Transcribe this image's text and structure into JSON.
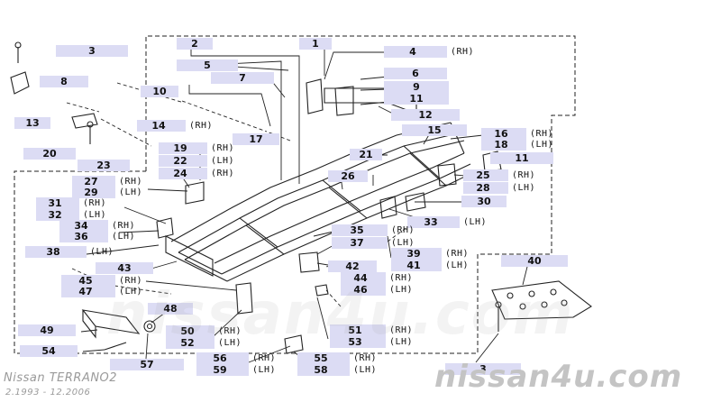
{
  "colors": {
    "label_bg": "#dcdcf4",
    "line": "#222222",
    "watermark": "#c4c4c4"
  },
  "footer": {
    "model": "Nissan TERRANO2",
    "dates": "2.1993 - 12.2006"
  },
  "watermarks": {
    "main": "nissan4u.com",
    "corner": "nissan4u.com"
  },
  "labels": [
    {
      "num": "3"
    },
    {
      "num": "8"
    },
    {
      "num": "2"
    },
    {
      "num": "5"
    },
    {
      "num": "7"
    },
    {
      "num": "1"
    },
    {
      "num": "4",
      "side": "(RH)"
    },
    {
      "num": "6"
    },
    {
      "num": "9"
    },
    {
      "num": "11"
    },
    {
      "num": "10"
    },
    {
      "num": "12"
    },
    {
      "num": "13"
    },
    {
      "num": "14",
      "side": "(RH)"
    },
    {
      "num": "15"
    },
    {
      "num": "17"
    },
    {
      "num": "16",
      "side": "(RH)"
    },
    {
      "num": "18",
      "side": "(LH)"
    },
    {
      "num": "11"
    },
    {
      "num": "20"
    },
    {
      "num": "19",
      "side": "(RH)"
    },
    {
      "num": "22",
      "side": "(LH)"
    },
    {
      "num": "21"
    },
    {
      "num": "23"
    },
    {
      "num": "24",
      "side": "(RH)"
    },
    {
      "num": "26"
    },
    {
      "num": "25",
      "side": "(RH)"
    },
    {
      "num": "28",
      "side": "(LH)"
    },
    {
      "num": "27",
      "side": "(RH)"
    },
    {
      "num": "29",
      "side": "(LH)"
    },
    {
      "num": "30"
    },
    {
      "num": "31",
      "side": "(RH)"
    },
    {
      "num": "32",
      "side": "(LH)"
    },
    {
      "num": "33",
      "side": "(LH)"
    },
    {
      "num": "34",
      "side": "(RH)"
    },
    {
      "num": "36",
      "side": "(LH)"
    },
    {
      "num": "35",
      "side": "(RH)"
    },
    {
      "num": "37",
      "side": "(LH)"
    },
    {
      "num": "38",
      "side": "(LH)"
    },
    {
      "num": "39",
      "side": "(RH)"
    },
    {
      "num": "41",
      "side": "(LH)"
    },
    {
      "num": "40"
    },
    {
      "num": "43"
    },
    {
      "num": "42"
    },
    {
      "num": "44",
      "side": "(RH)"
    },
    {
      "num": "46",
      "side": "(LH)"
    },
    {
      "num": "45",
      "side": "(RH)"
    },
    {
      "num": "47",
      "side": "(LH)"
    },
    {
      "num": "48"
    },
    {
      "num": "49"
    },
    {
      "num": "50",
      "side": "(RH)"
    },
    {
      "num": "52",
      "side": "(LH)"
    },
    {
      "num": "51",
      "side": "(RH)"
    },
    {
      "num": "53",
      "side": "(LH)"
    },
    {
      "num": "54"
    },
    {
      "num": "56",
      "side": "(RH)"
    },
    {
      "num": "59",
      "side": "(LH)"
    },
    {
      "num": "55",
      "side": "(RH)"
    },
    {
      "num": "58",
      "side": "(LH)"
    },
    {
      "num": "57"
    },
    {
      "num": "3"
    }
  ]
}
